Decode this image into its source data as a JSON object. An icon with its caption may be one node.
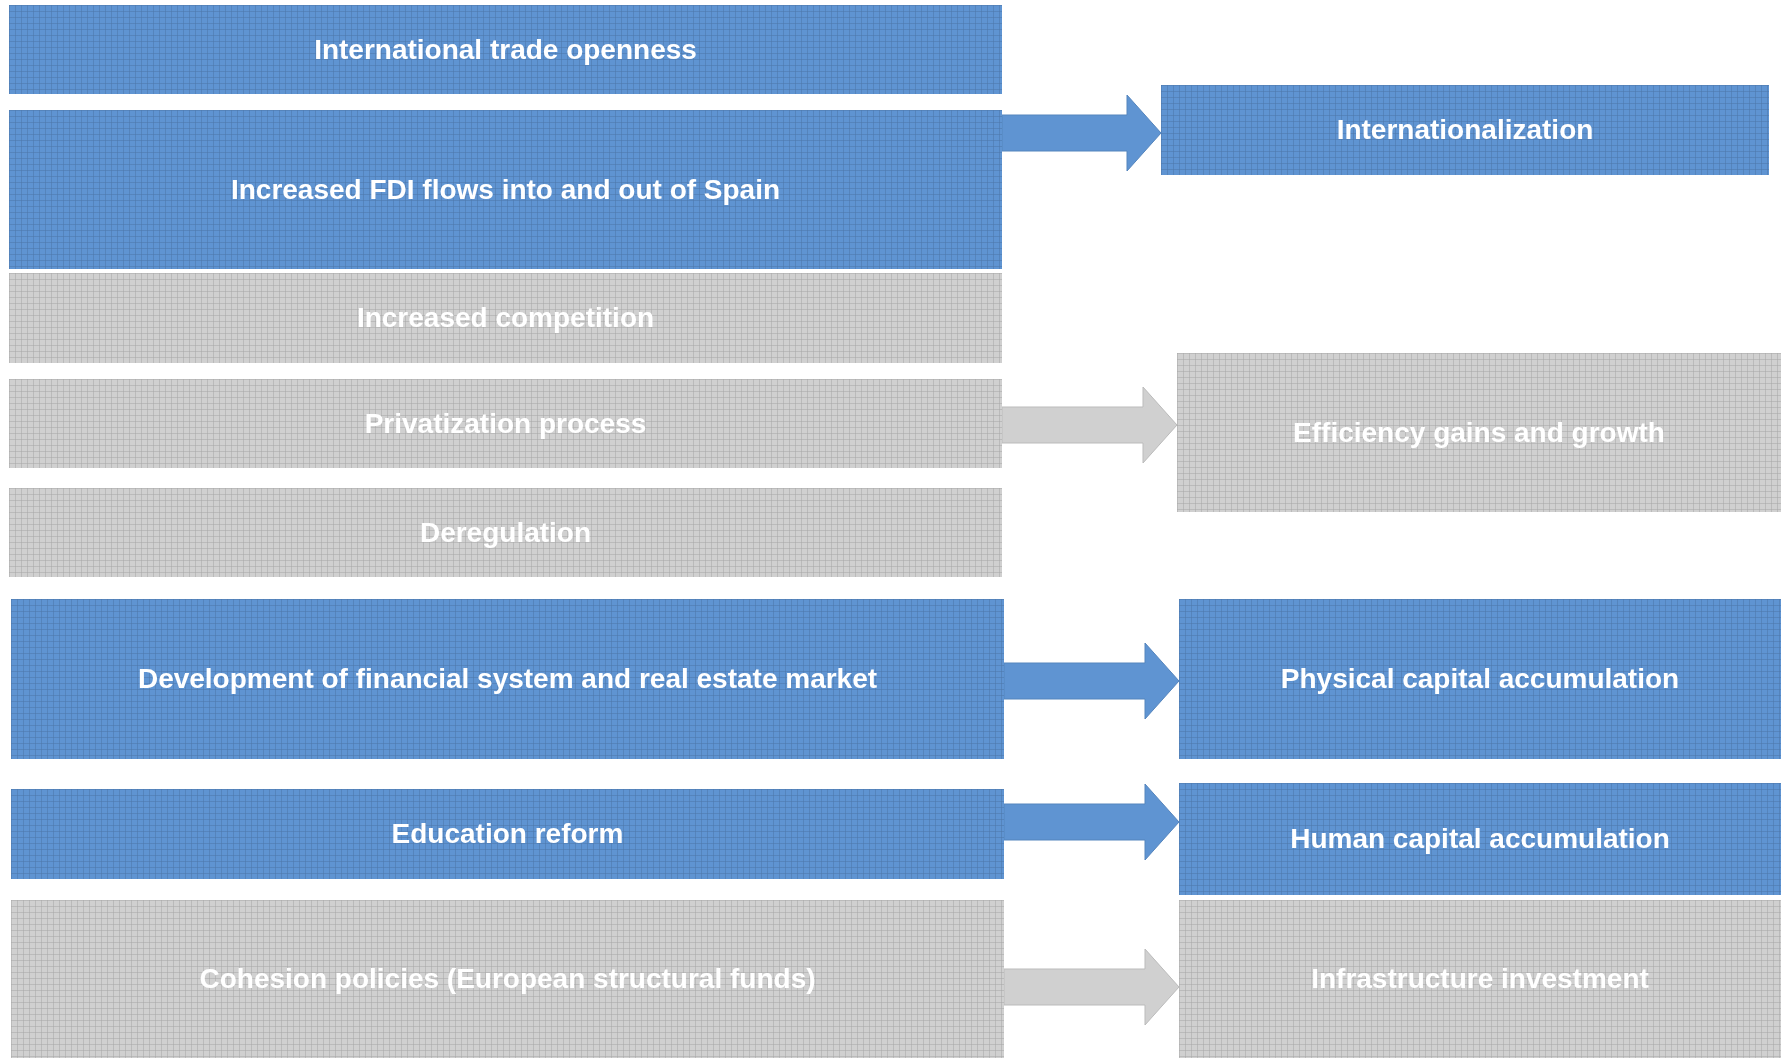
{
  "diagram": {
    "nodes": [
      {
        "text": [
          "International trade openness"
        ]
      },
      {
        "text": [
          "Increased FDI flows into and out of Spain"
        ]
      },
      {
        "text": [
          "Increased competition"
        ]
      },
      {
        "text": [
          "Privatization process"
        ]
      },
      {
        "text": [
          "Deregulation"
        ]
      },
      {
        "text": [
          "Development of financial system and real estate market"
        ]
      },
      {
        "text": [
          "Education reform"
        ]
      },
      {
        "text": [
          "Cohesion policies (European structural funds)"
        ]
      },
      {
        "text": [
          "Internationalization"
        ]
      },
      {
        "text": [
          "Efficiency gains and growth"
        ]
      },
      {
        "text": [
          "Physical capital accumulation"
        ]
      },
      {
        "text": [
          "Human capital accumulation"
        ]
      },
      {
        "text": [
          "Infrastructure investment"
        ]
      }
    ],
    "edges": [
      {
        "from": 0,
        "to": 8,
        "arrow": "to",
        "color": "#5f94d2"
      },
      {
        "from": 1,
        "to": 8,
        "arrow": "to",
        "color": "#5f94d2"
      },
      {
        "from": 2,
        "to": 9,
        "arrow": "to",
        "color": "#d0d0d0"
      },
      {
        "from": 3,
        "to": 9,
        "arrow": "to",
        "color": "#d0d0d0"
      },
      {
        "from": 4,
        "to": 9,
        "arrow": "to",
        "color": "#d0d0d0"
      },
      {
        "from": 5,
        "to": 10,
        "arrow": "to",
        "color": "#5f94d2"
      },
      {
        "from": 6,
        "to": 11,
        "arrow": "to",
        "color": "#5f94d2"
      },
      {
        "from": 7,
        "to": 12,
        "arrow": "to",
        "color": "#d0d0d0"
      }
    ]
  }
}
